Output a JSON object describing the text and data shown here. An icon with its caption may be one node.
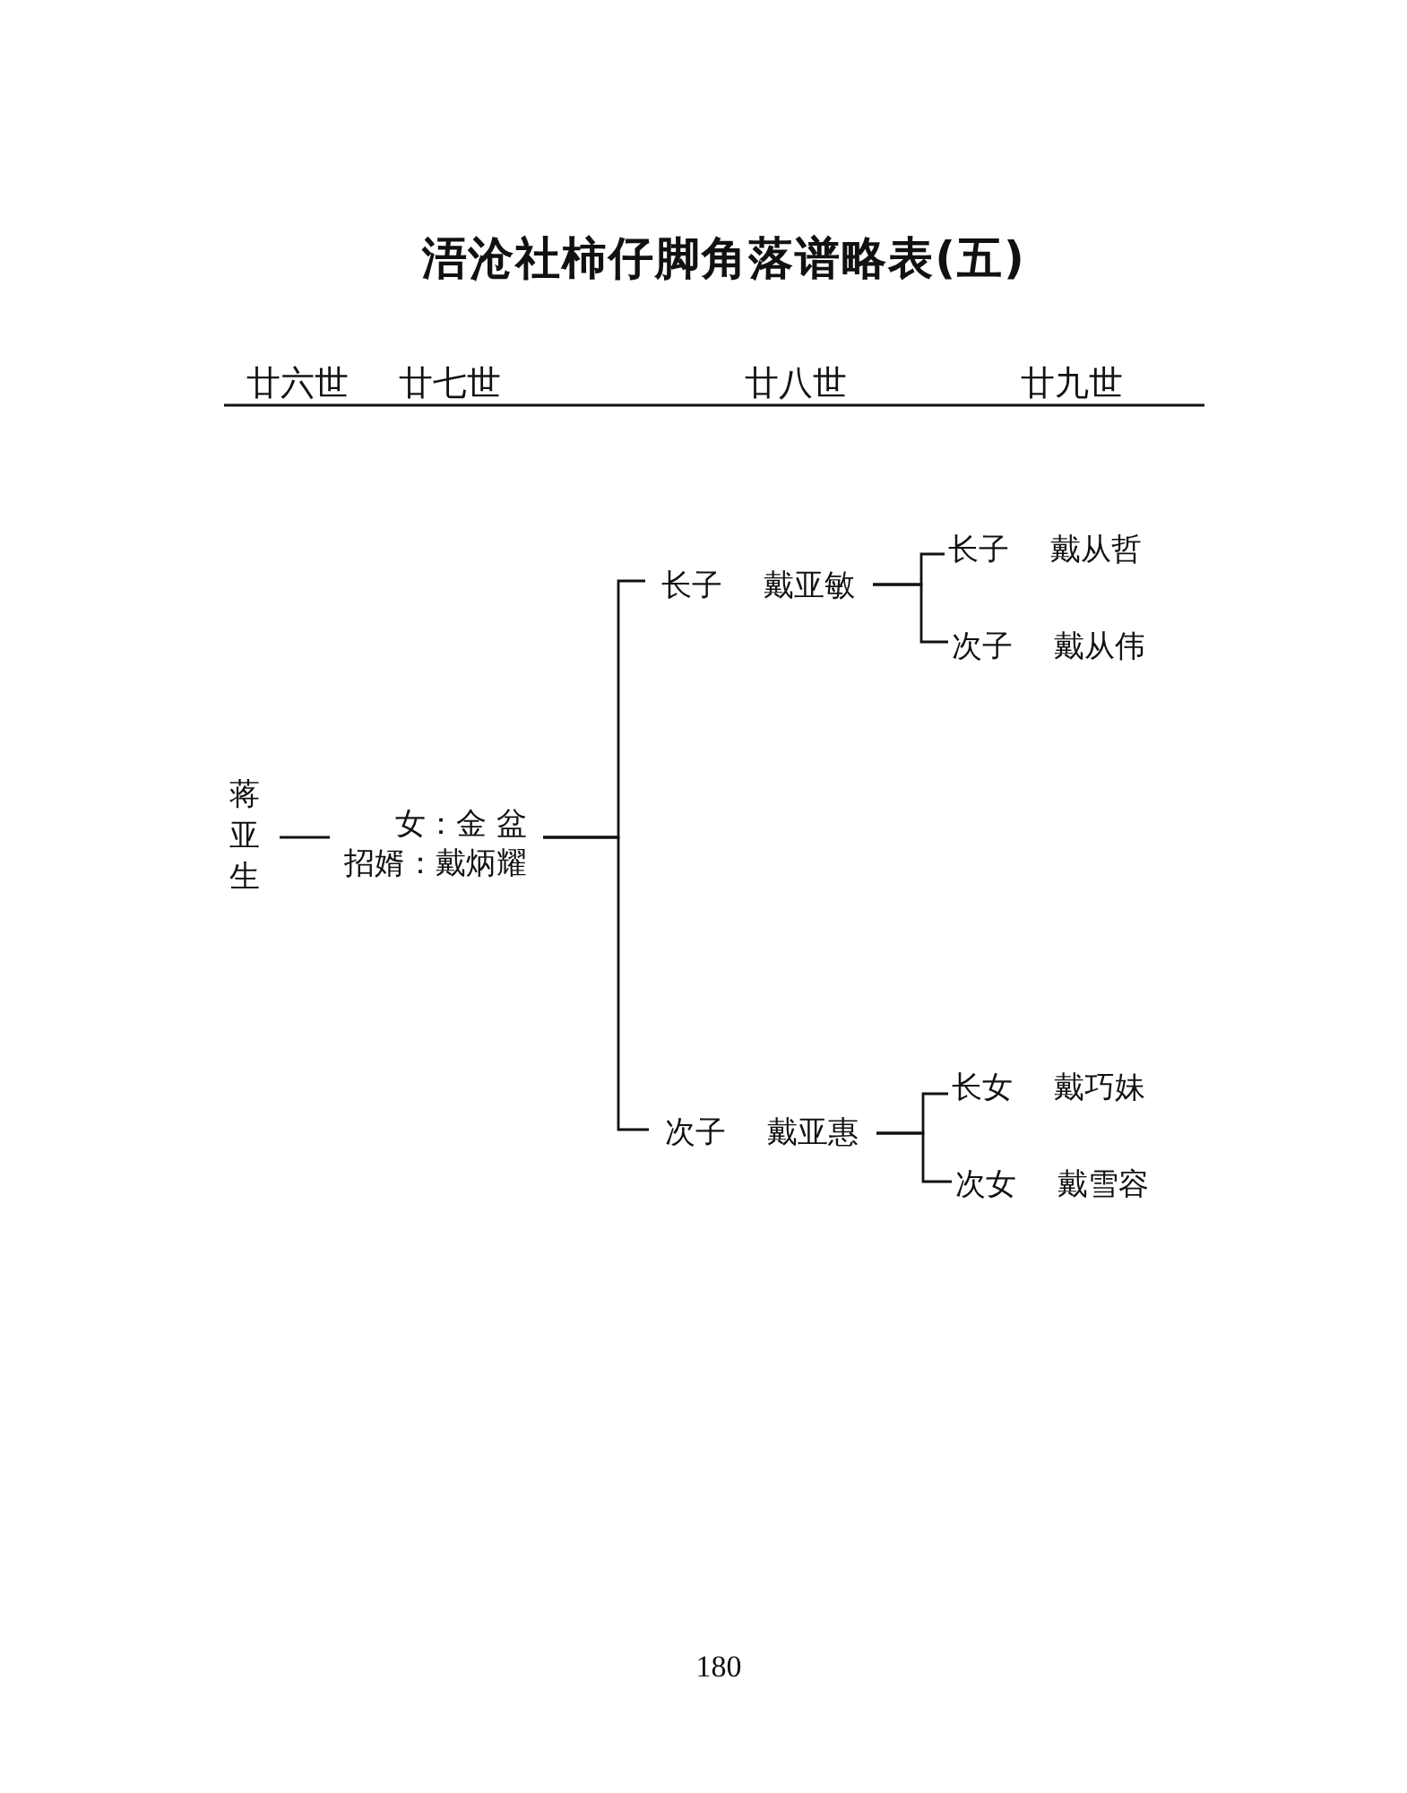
{
  "diagram": {
    "title": "浯沧社柿仔脚角落谱略表(五)",
    "nodes": [
      {
        "text": [
          "蒋亚生"
        ]
      },
      {
        "text": [
          "女：金 盆",
          "招婿：戴炳耀"
        ]
      },
      {
        "text": [
          "长子",
          "戴亚敏"
        ]
      },
      {
        "text": [
          "长子",
          "戴从哲"
        ]
      },
      {
        "text": [
          "次子",
          "戴从伟"
        ]
      },
      {
        "text": [
          "次子",
          "戴亚惠"
        ]
      },
      {
        "text": [
          "长女",
          "戴巧妹"
        ]
      },
      {
        "text": [
          "次女",
          "戴雪容"
        ]
      }
    ],
    "edges": [
      {
        "from": 0,
        "to": 1,
        "arrow": "none"
      },
      {
        "from": 1,
        "to": 2,
        "arrow": "none"
      },
      {
        "from": 1,
        "to": 5,
        "arrow": "none"
      },
      {
        "from": 2,
        "to": 3,
        "arrow": "none"
      },
      {
        "from": 2,
        "to": 4,
        "arrow": "none"
      },
      {
        "from": 5,
        "to": 6,
        "arrow": "none"
      },
      {
        "from": 5,
        "to": 7,
        "arrow": "none"
      }
    ],
    "labels": [
      "廿六世",
      "廿七世",
      "廿八世",
      "廿九世",
      "180"
    ]
  }
}
